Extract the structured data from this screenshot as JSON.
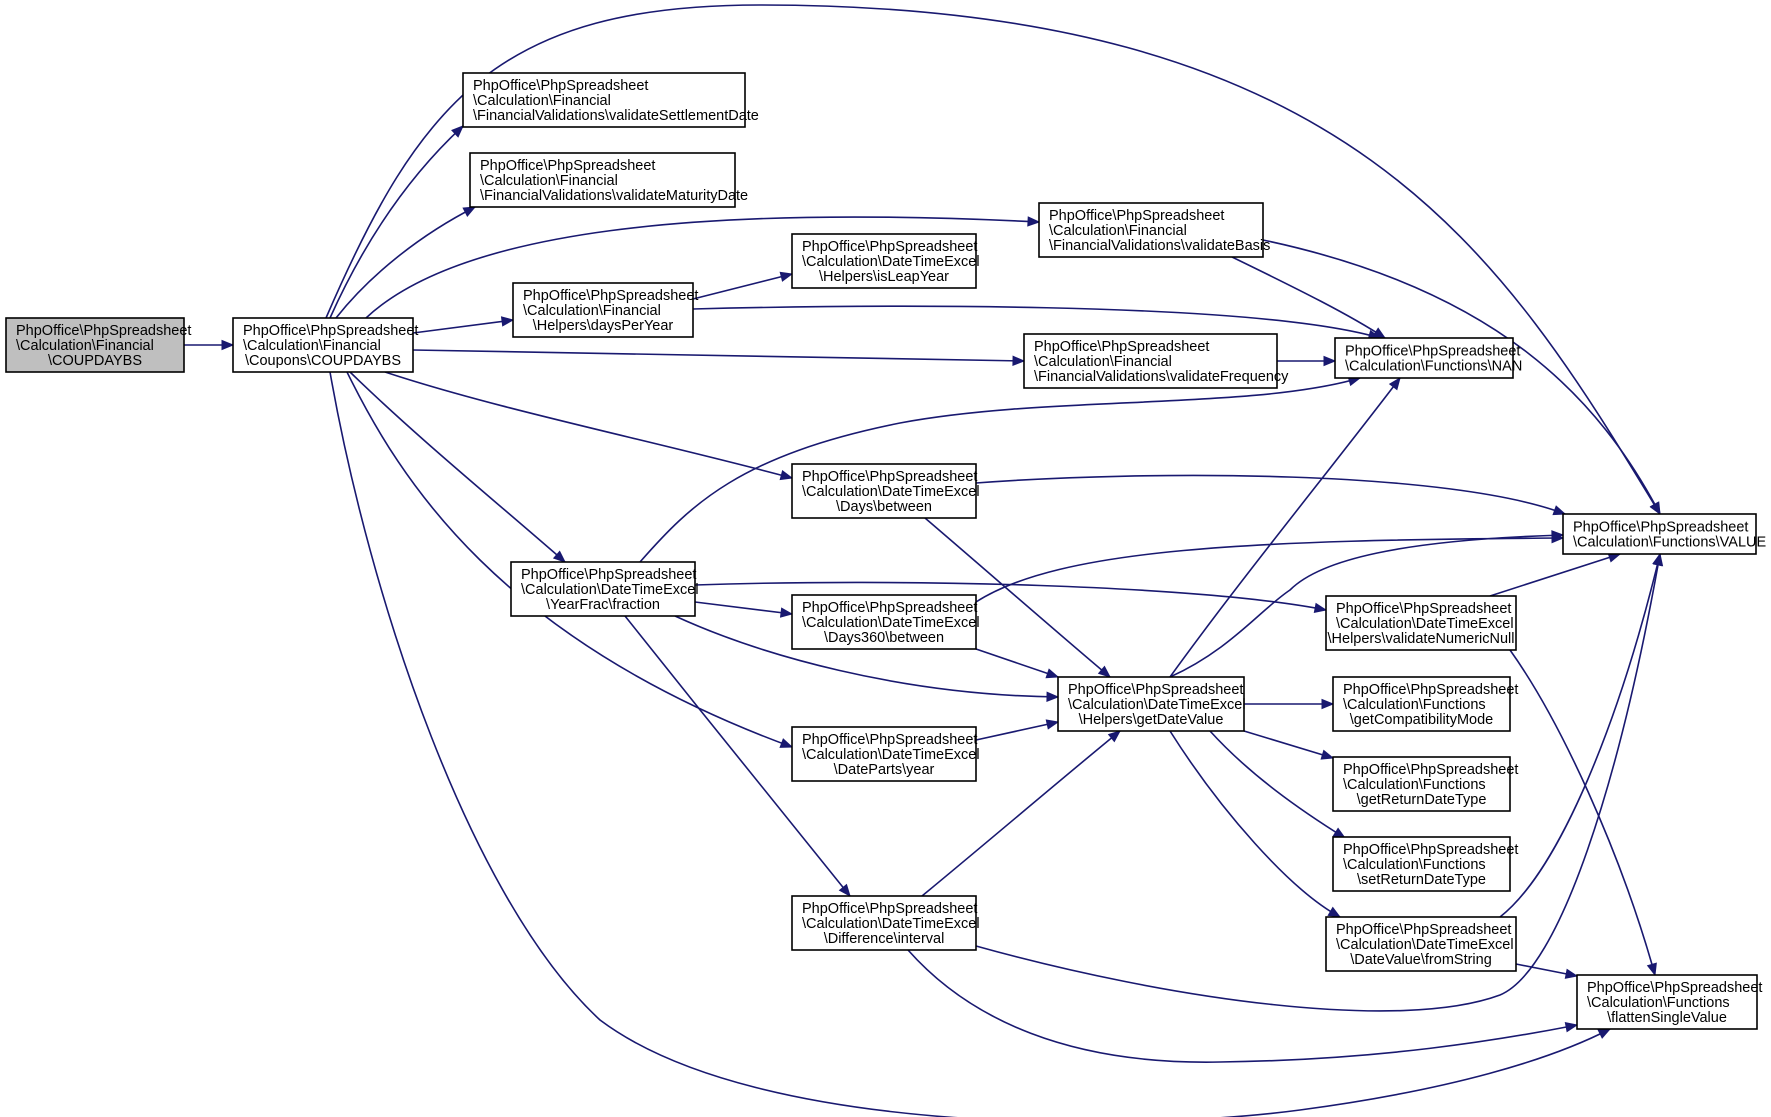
{
  "colors": {
    "edge": "#191970",
    "root_fill": "#bfbfbf",
    "node_fill": "#ffffff",
    "border": "#000000"
  },
  "nodes": [
    {
      "id": "n0",
      "lines": [
        "PhpOffice\\PhpSpreadsheet",
        "\\Calculation\\Financial",
        "\\COUPDAYBS"
      ],
      "root": true
    },
    {
      "id": "n1",
      "lines": [
        "PhpOffice\\PhpSpreadsheet",
        "\\Calculation\\Financial",
        "\\Coupons\\COUPDAYBS"
      ]
    },
    {
      "id": "n2",
      "lines": [
        "PhpOffice\\PhpSpreadsheet",
        "\\Calculation\\Financial",
        "\\FinancialValidations\\validateSettlementDate"
      ]
    },
    {
      "id": "n3",
      "lines": [
        "PhpOffice\\PhpSpreadsheet",
        "\\Calculation\\Financial",
        "\\FinancialValidations\\validateMaturityDate"
      ]
    },
    {
      "id": "n4",
      "lines": [
        "PhpOffice\\PhpSpreadsheet",
        "\\Calculation\\Financial",
        "\\Helpers\\daysPerYear"
      ]
    },
    {
      "id": "n5",
      "lines": [
        "PhpOffice\\PhpSpreadsheet",
        "\\Calculation\\DateTimeExcel",
        "\\YearFrac\\fraction"
      ]
    },
    {
      "id": "n6",
      "lines": [
        "PhpOffice\\PhpSpreadsheet",
        "\\Calculation\\DateTimeExcel",
        "\\Helpers\\isLeapYear"
      ]
    },
    {
      "id": "n7",
      "lines": [
        "PhpOffice\\PhpSpreadsheet",
        "\\Calculation\\DateTimeExcel",
        "\\Days\\between"
      ]
    },
    {
      "id": "n8",
      "lines": [
        "PhpOffice\\PhpSpreadsheet",
        "\\Calculation\\DateTimeExcel",
        "\\Days360\\between"
      ]
    },
    {
      "id": "n9",
      "lines": [
        "PhpOffice\\PhpSpreadsheet",
        "\\Calculation\\DateTimeExcel",
        "\\DateParts\\year"
      ]
    },
    {
      "id": "n10",
      "lines": [
        "PhpOffice\\PhpSpreadsheet",
        "\\Calculation\\DateTimeExcel",
        "\\Difference\\interval"
      ]
    },
    {
      "id": "n11",
      "lines": [
        "PhpOffice\\PhpSpreadsheet",
        "\\Calculation\\Financial",
        "\\FinancialValidations\\validateBasis"
      ]
    },
    {
      "id": "n12",
      "lines": [
        "PhpOffice\\PhpSpreadsheet",
        "\\Calculation\\Financial",
        "\\FinancialValidations\\validateFrequency"
      ]
    },
    {
      "id": "n13",
      "lines": [
        "PhpOffice\\PhpSpreadsheet",
        "\\Calculation\\DateTimeExcel",
        "\\Helpers\\getDateValue"
      ]
    },
    {
      "id": "n14",
      "lines": [
        "PhpOffice\\PhpSpreadsheet",
        "\\Calculation\\Functions\\NAN"
      ]
    },
    {
      "id": "n15",
      "lines": [
        "PhpOffice\\PhpSpreadsheet",
        "\\Calculation\\DateTimeExcel",
        "\\Helpers\\validateNumericNull"
      ]
    },
    {
      "id": "n16",
      "lines": [
        "PhpOffice\\PhpSpreadsheet",
        "\\Calculation\\Functions",
        "\\getCompatibilityMode"
      ]
    },
    {
      "id": "n17",
      "lines": [
        "PhpOffice\\PhpSpreadsheet",
        "\\Calculation\\Functions",
        "\\getReturnDateType"
      ]
    },
    {
      "id": "n18",
      "lines": [
        "PhpOffice\\PhpSpreadsheet",
        "\\Calculation\\Functions",
        "\\setReturnDateType"
      ]
    },
    {
      "id": "n19",
      "lines": [
        "PhpOffice\\PhpSpreadsheet",
        "\\Calculation\\DateTimeExcel",
        "\\DateValue\\fromString"
      ]
    },
    {
      "id": "n20",
      "lines": [
        "PhpOffice\\PhpSpreadsheet",
        "\\Calculation\\Functions\\VALUE"
      ]
    },
    {
      "id": "n21",
      "lines": [
        "PhpOffice\\PhpSpreadsheet",
        "\\Calculation\\Functions",
        "\\flattenSingleValue"
      ]
    }
  ],
  "edges": [
    [
      "n0",
      "n1"
    ],
    [
      "n1",
      "n2"
    ],
    [
      "n1",
      "n3"
    ],
    [
      "n1",
      "n11"
    ],
    [
      "n1",
      "n4"
    ],
    [
      "n1",
      "n12"
    ],
    [
      "n1",
      "n7"
    ],
    [
      "n1",
      "n5"
    ],
    [
      "n1",
      "n20"
    ],
    [
      "n1",
      "n21"
    ],
    [
      "n4",
      "n6"
    ],
    [
      "n4",
      "n14"
    ],
    [
      "n11",
      "n14"
    ],
    [
      "n11",
      "n20"
    ],
    [
      "n12",
      "n14"
    ],
    [
      "n5",
      "n14"
    ],
    [
      "n5",
      "n15"
    ],
    [
      "n5",
      "n8"
    ],
    [
      "n5",
      "n13"
    ],
    [
      "n5",
      "n10"
    ],
    [
      "n7",
      "n20"
    ],
    [
      "n7",
      "n13"
    ],
    [
      "n8",
      "n20"
    ],
    [
      "n8",
      "n13"
    ],
    [
      "n1",
      "n9"
    ],
    [
      "n9",
      "n13"
    ],
    [
      "n10",
      "n13"
    ],
    [
      "n10",
      "n20"
    ],
    [
      "n10",
      "n21"
    ],
    [
      "n13",
      "n14"
    ],
    [
      "n13",
      "n20"
    ],
    [
      "n13",
      "n16"
    ],
    [
      "n13",
      "n17"
    ],
    [
      "n13",
      "n18"
    ],
    [
      "n13",
      "n19"
    ],
    [
      "n15",
      "n20"
    ],
    [
      "n15",
      "n21"
    ],
    [
      "n19",
      "n20"
    ],
    [
      "n19",
      "n21"
    ]
  ]
}
